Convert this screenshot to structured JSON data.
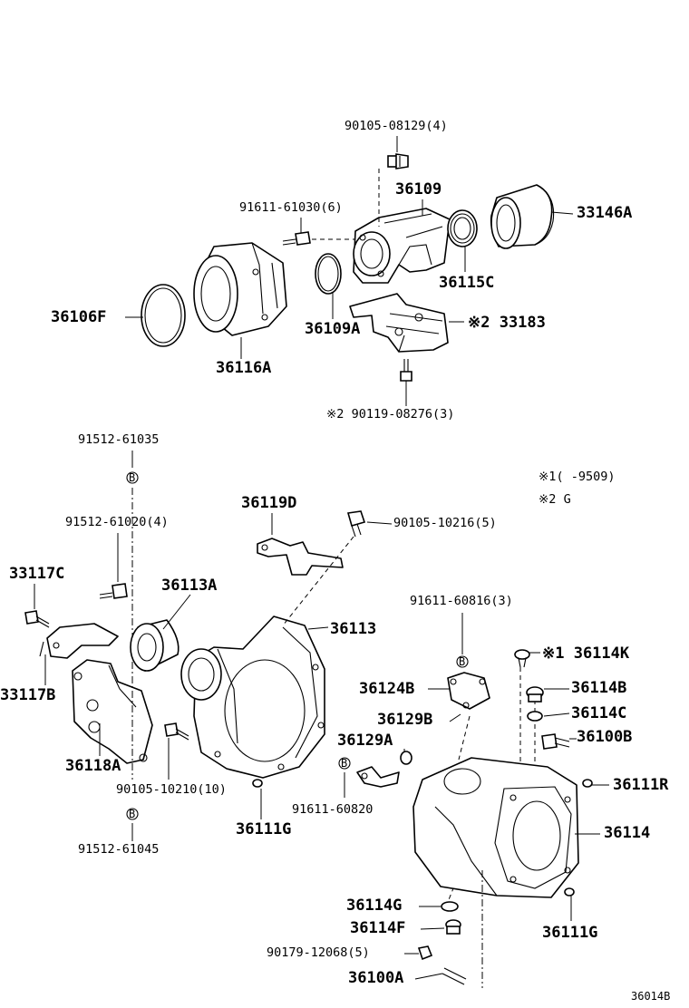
{
  "callouts": {
    "p90105_08129": "90105-08129(4)",
    "p36109": "36109",
    "p33146A": "33146A",
    "p91611_61030": "91611-61030(6)",
    "p36115C": "36115C",
    "p36106F": "36106F",
    "p36109A": "36109A",
    "p33183": "※2 33183",
    "p36116A": "36116A",
    "p90119_08276": "※2 90119-08276(3)",
    "p91512_61035": "91512-61035",
    "p91512_61020": "91512-61020(4)",
    "p36119D": "36119D",
    "p90105_10216": "90105-10216(5)",
    "p33117C": "33117C",
    "p36113A": "36113A",
    "p36113": "36113",
    "p91611_60816": "91611-60816(3)",
    "p36114K": "※1 36114K",
    "p33117B": "33117B",
    "p36124B": "36124B",
    "p36114B": "36114B",
    "p36129B": "36129B",
    "p36114C": "36114C",
    "p36129A": "36129A",
    "p36100B": "36100B",
    "p36118A": "36118A",
    "p90105_10210": "90105-10210(10)",
    "p91611_60820": "91611-60820",
    "p36111R": "36111R",
    "p36111G_left": "36111G",
    "p36114": "36114",
    "p91512_61045": "91512-61045",
    "p36114G": "36114G",
    "p36114F": "36114F",
    "p36111G_right": "36111G",
    "p90179_12068": "90179-12068(5)",
    "p36100A": "36100A"
  },
  "notes": {
    "note1": "※1(       -9509)",
    "note2": "※2  G"
  },
  "markers": {
    "b_symbol": "B"
  },
  "figure_ref": "36014B"
}
